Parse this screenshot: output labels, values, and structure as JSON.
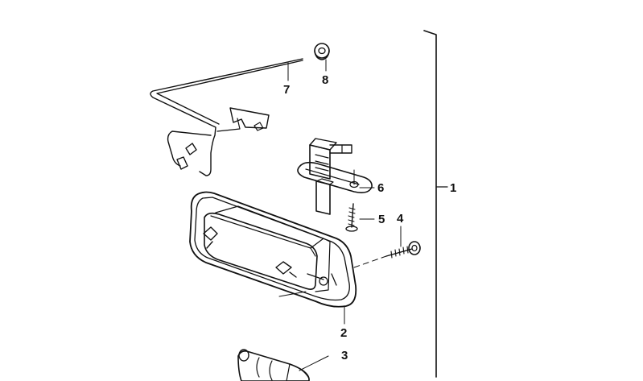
{
  "colors": {
    "line": "#111111",
    "fill": "#ffffff",
    "shade": "#d9d9d9"
  },
  "callouts": {
    "c1": "1",
    "c2": "2",
    "c3": "3",
    "c4": "4",
    "c5": "5",
    "c6": "6",
    "c7": "7",
    "c8": "8"
  }
}
